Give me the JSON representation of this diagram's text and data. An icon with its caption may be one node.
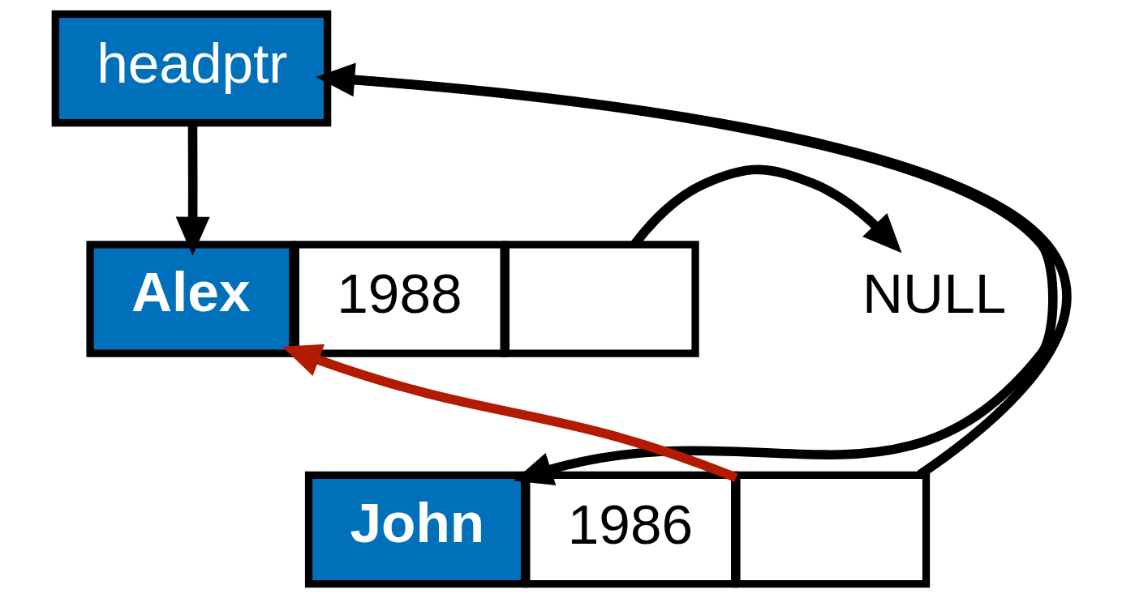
{
  "diagram": {
    "nodes": [
      {
        "text": [
          "headptr"
        ]
      },
      {
        "text": [
          "Alex"
        ]
      },
      {
        "text": [
          "1988"
        ]
      },
      {
        "text": [],
        "shape": "box"
      },
      {
        "text": [
          "NULL"
        ]
      },
      {
        "text": [
          "John"
        ]
      },
      {
        "text": [
          "1986"
        ]
      },
      {
        "text": [],
        "shape": "box"
      }
    ],
    "edges": [
      {
        "from": 0,
        "to": 1,
        "arrow": "to"
      },
      {
        "from": 0,
        "to": 5,
        "arrow": "to"
      },
      {
        "from": 3,
        "to": 4,
        "arrow": "to"
      },
      {
        "from": 7,
        "to": 1,
        "arrow": "to",
        "color": "#b31b00"
      },
      {
        "from": 7,
        "to": 0,
        "arrow": "to"
      }
    ]
  }
}
